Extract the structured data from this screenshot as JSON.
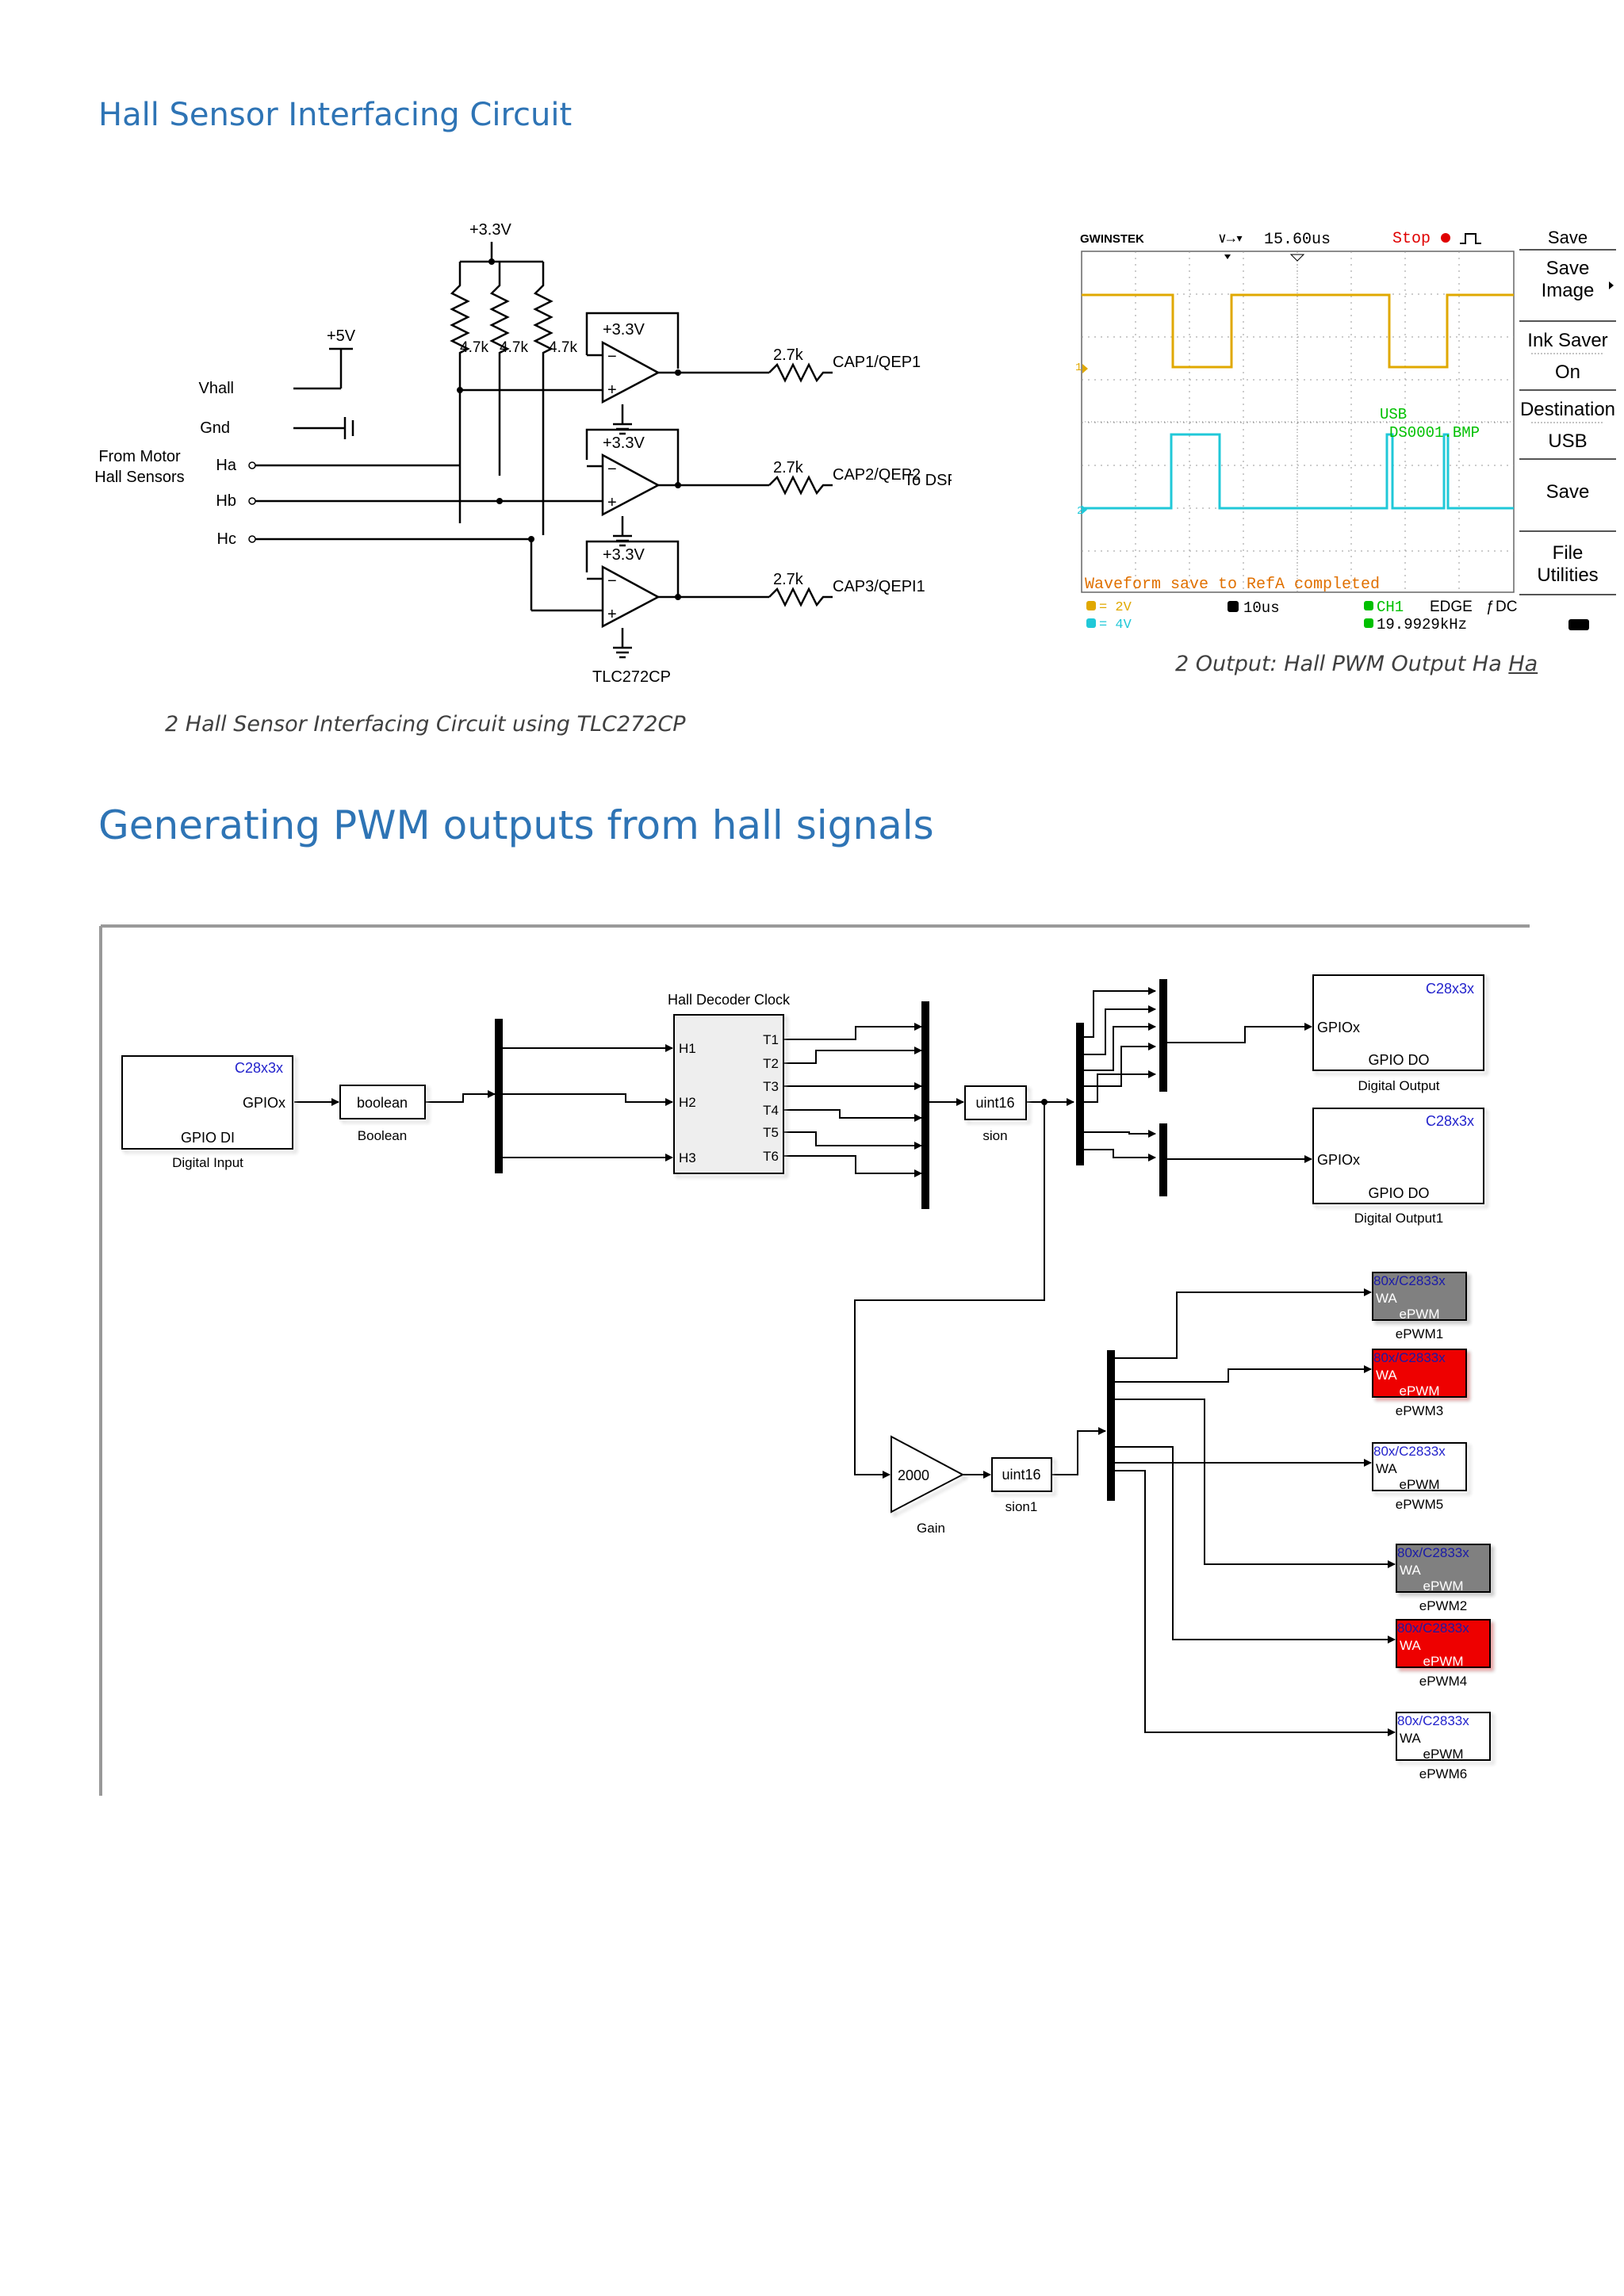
{
  "headings": {
    "section1": "Hall Sensor Interfacing Circuit",
    "section2": "Generating PWM outputs from hall signals"
  },
  "captions": {
    "circuit": "2 Hall Sensor Interfacing Circuit using TLC272CP",
    "scope_prefix": "2 Output: Hall PWM Output Ha ",
    "scope_link": "Ha"
  },
  "circuit": {
    "supply": "+3.3V",
    "supply5": "+5V",
    "resistors": [
      "4.7k",
      "4.7k",
      "4.7k"
    ],
    "opamp_supply": [
      "+3.3V",
      "+3.3V",
      "+3.3V"
    ],
    "minus": "−",
    "plus": "+",
    "series_resistors": [
      "2.7k",
      "2.7k",
      "2.7k"
    ],
    "outputs": [
      "CAP1/QEP1",
      "CAP2/QEP2",
      "CAP3/QEPI1"
    ],
    "inputs": {
      "vhall": "Vhall",
      "gnd": "Gnd",
      "ha": "Ha",
      "hb": "Hb",
      "hc": "Hc"
    },
    "from_motor_1": "From Motor",
    "from_motor_2": "Hall Sensors",
    "to_dsp": "To DSP",
    "chip": "TLC272CP"
  },
  "scope": {
    "brand": "GWINSTEK",
    "trigger": "15.60us",
    "status": "Stop",
    "usb_label": "USB",
    "file": "DS0001.BMP",
    "message": "Waveform save to RefA completed",
    "ch1_scale": "= 2V",
    "ch2_scale": "= 4V",
    "timebase": "10us",
    "source": "CH1",
    "mode": "EDGE",
    "coupling": "DC",
    "freq": "19.9929kHz",
    "marker1": "1",
    "marker2": "2",
    "ch1_color": "#e0a800",
    "ch2_color": "#20c8d8",
    "menu": {
      "title": "Save",
      "save_image_1": "Save",
      "save_image_2": "Image",
      "ink_saver": "Ink Saver",
      "on": "On",
      "destination": "Destination",
      "usb": "USB",
      "save": "Save",
      "file_1": "File",
      "file_2": "Utilities"
    }
  },
  "simulink": {
    "gpio_di": {
      "target": "C28x3x",
      "port": "GPIOx",
      "name": "GPIO DI",
      "label": "Digital Input"
    },
    "boolean": {
      "text": "boolean",
      "label": "Boolean"
    },
    "hall": {
      "title": "Hall Decoder Clock",
      "inputs": [
        "H1",
        "H2",
        "H3"
      ],
      "outputs": [
        "T1",
        "T2",
        "T3",
        "T4",
        "T5",
        "T6"
      ]
    },
    "conv1": {
      "text": "uint16",
      "label": "sion"
    },
    "gpio_do1": {
      "target": "C28x3x",
      "port": "GPIOx",
      "name": "GPIO DO",
      "label": "Digital Output"
    },
    "gpio_do2": {
      "target": "C28x3x",
      "port": "GPIOx",
      "name": "GPIO DO",
      "label": "Digital Output1"
    },
    "gain": {
      "value": "2000",
      "label": "Gain"
    },
    "conv2": {
      "text": "uint16",
      "label": "sion1"
    },
    "epwm": [
      {
        "target": "80x/C2833x",
        "port": "WA",
        "inner": "ePWM",
        "label": "ePWM1",
        "fill": "#808080"
      },
      {
        "target": "80x/C2833x",
        "port": "WA",
        "inner": "ePWM",
        "label": "ePWM3",
        "fill": "#ee0000"
      },
      {
        "target": "80x/C2833x",
        "port": "WA",
        "inner": "ePWM",
        "label": "ePWM5",
        "fill": "#ffffff"
      },
      {
        "target": "80x/C2833x",
        "port": "WA",
        "inner": "ePWM",
        "label": "ePWM2",
        "fill": "#808080"
      },
      {
        "target": "80x/C2833x",
        "port": "WA",
        "inner": "ePWM",
        "label": "ePWM4",
        "fill": "#ee0000"
      },
      {
        "target": "80x/C2833x",
        "port": "WA",
        "inner": "ePWM",
        "label": "ePWM6",
        "fill": "#ffffff"
      }
    ]
  }
}
